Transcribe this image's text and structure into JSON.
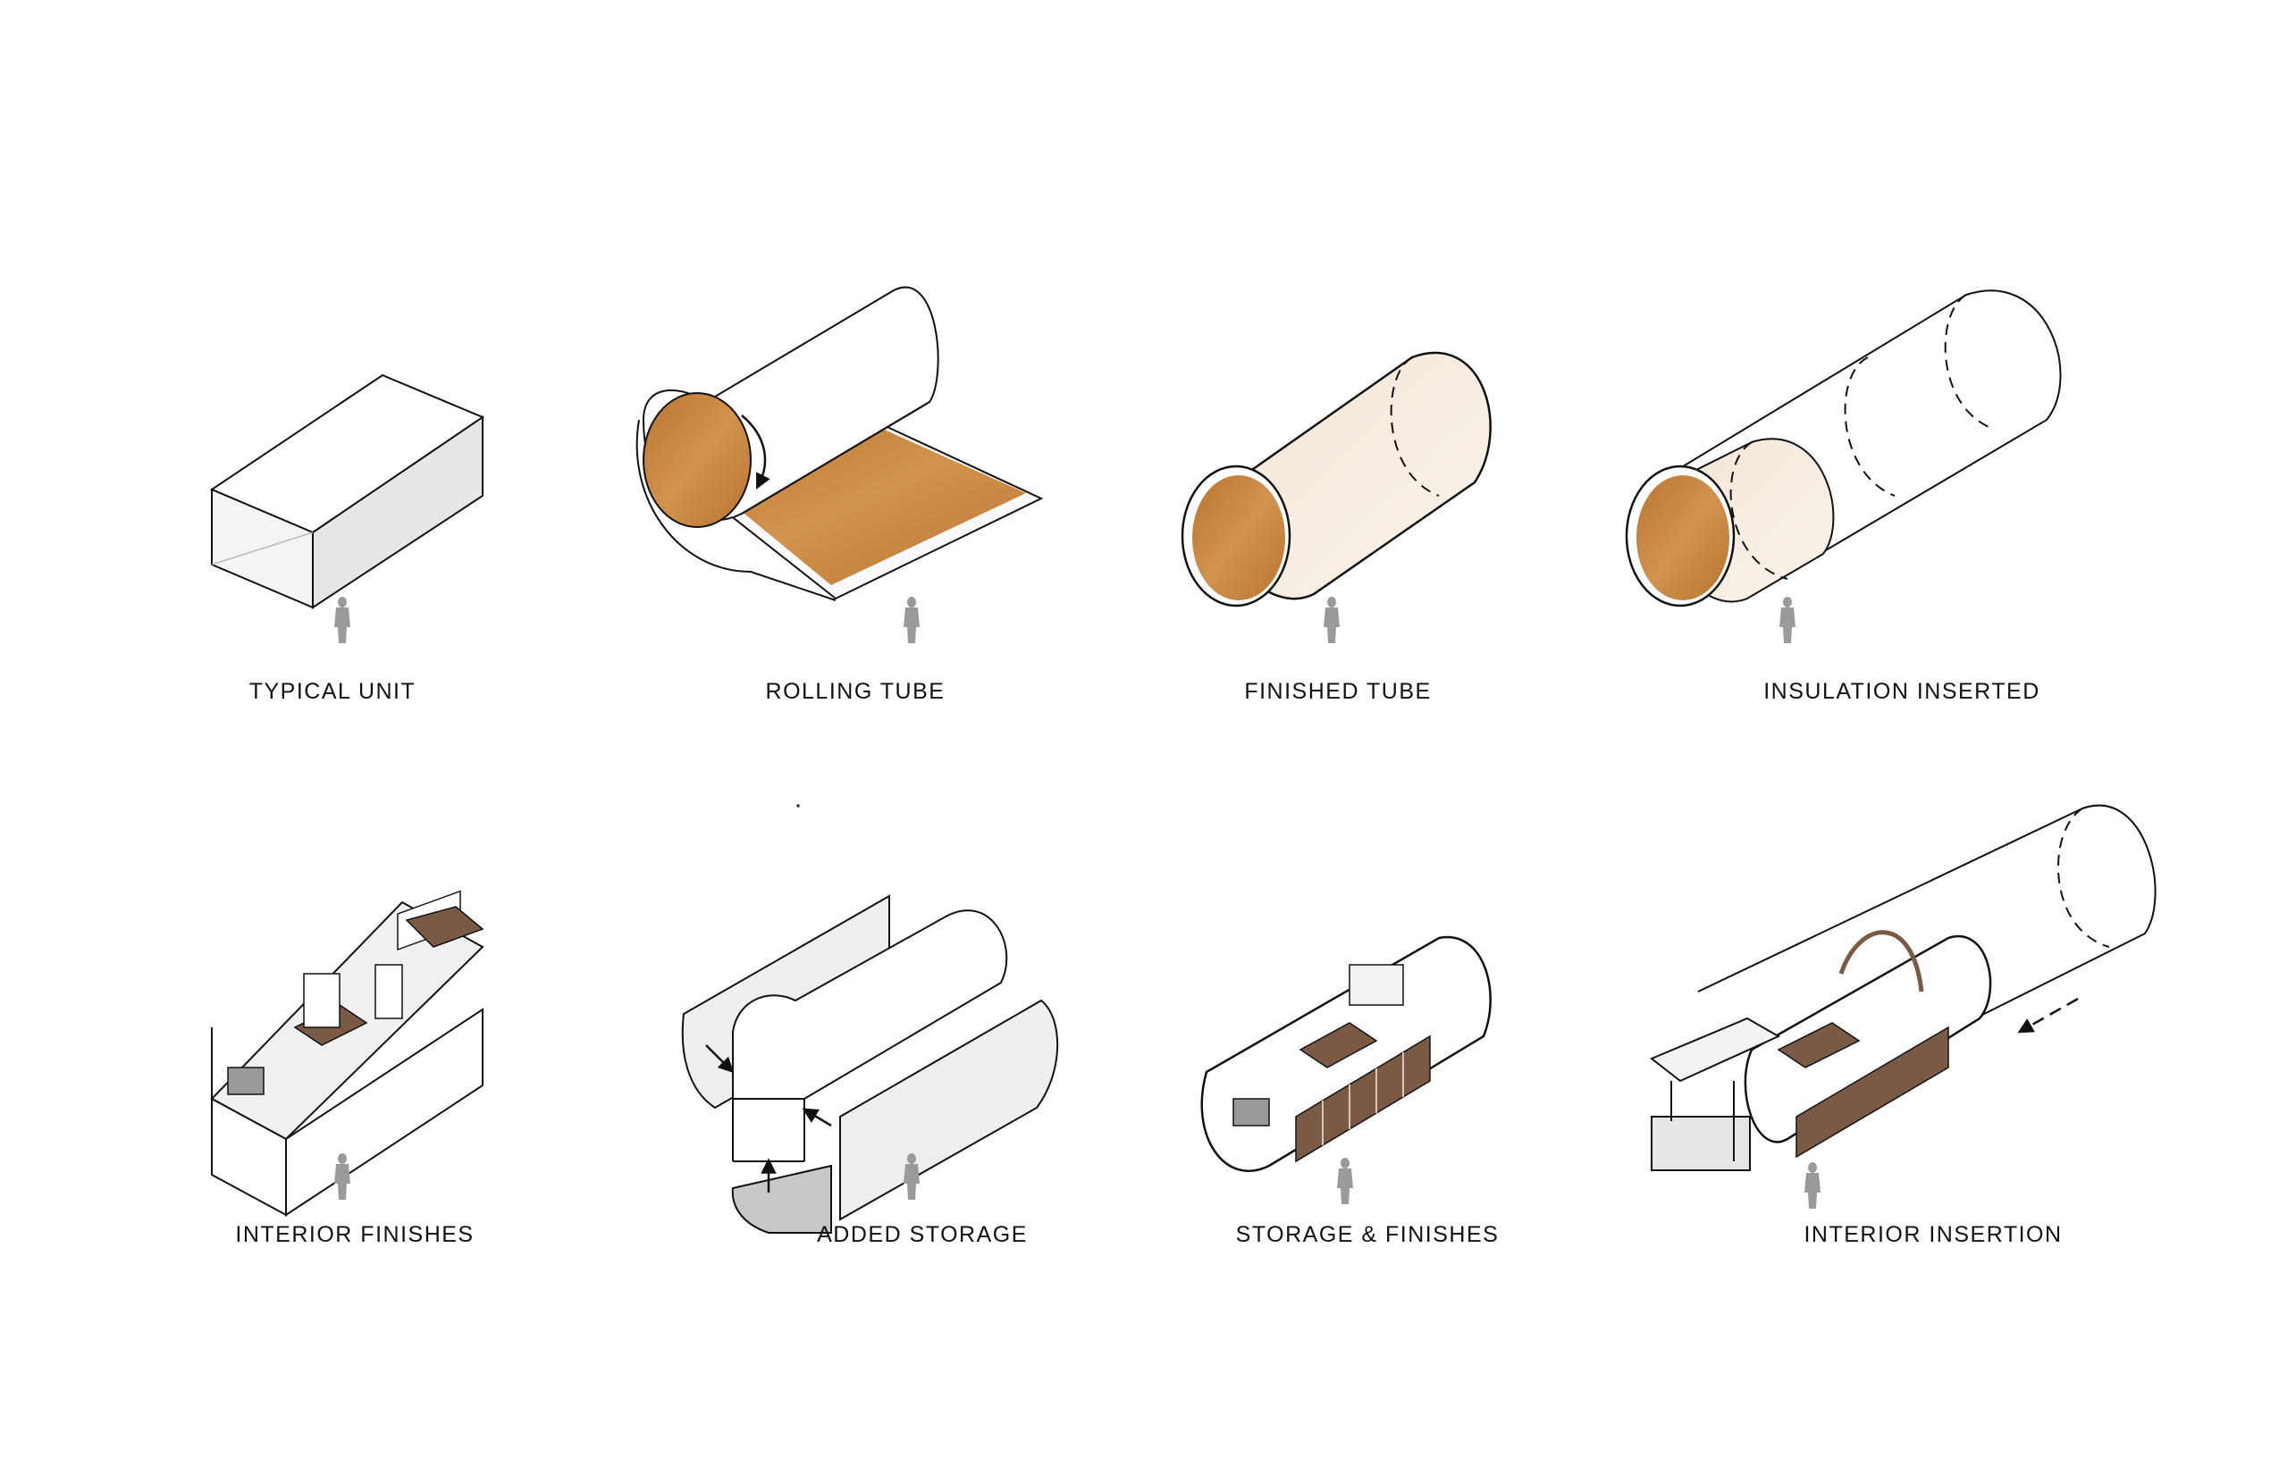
{
  "colors": {
    "wood": "#c9853e",
    "wood_dark": "#a86a2c",
    "cream": "#f6ece1",
    "grey_face": "#e6e6e6",
    "grey_light": "#f0f0f0",
    "figure": "#9a9a9a",
    "stroke": "#111111",
    "brown_furniture": "#7a5a45"
  },
  "panels": [
    {
      "id": "typical-unit",
      "label": "TYPICAL UNIT"
    },
    {
      "id": "rolling-tube",
      "label": "ROLLING TUBE"
    },
    {
      "id": "finished-tube",
      "label": "FINISHED TUBE"
    },
    {
      "id": "insulation-inserted",
      "label": "INSULATION INSERTED"
    },
    {
      "id": "interior-finishes",
      "label": "INTERIOR FINISHES"
    },
    {
      "id": "added-storage",
      "label": "ADDED STORAGE"
    },
    {
      "id": "storage-finishes",
      "label": "STORAGE & FINISHES"
    },
    {
      "id": "interior-insertion",
      "label": "INTERIOR INSERTION"
    }
  ]
}
